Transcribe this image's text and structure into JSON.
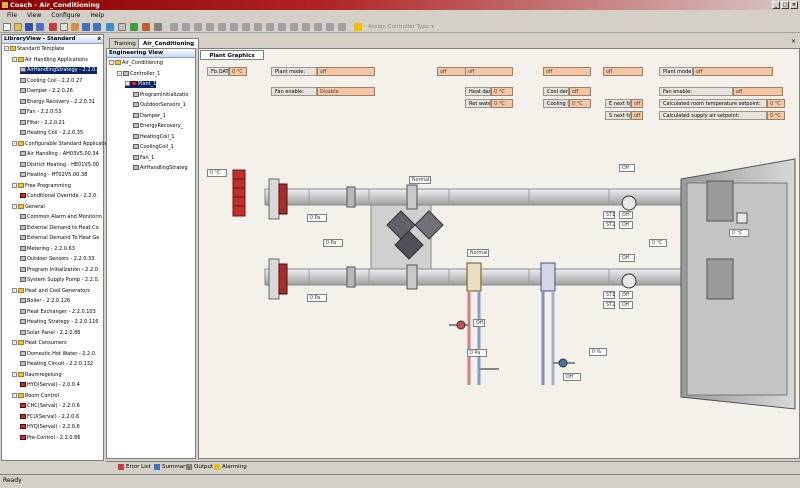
{
  "window": {
    "title": "Coach - Air_Conditioning"
  },
  "menu": [
    "File",
    "View",
    "Configure",
    "Help"
  ],
  "toolbar": {
    "controller_type_placeholder": "Assign Controller Type"
  },
  "library": {
    "title": "LibraryView - Standard",
    "close": "x",
    "nodes": [
      {
        "d": 0,
        "t": "Standard Template",
        "ic": "folder",
        "pm": "-"
      },
      {
        "d": 1,
        "t": "Air Handling Applications",
        "ic": "folder",
        "pm": "-"
      },
      {
        "d": 2,
        "t": "AirHandlingStrategy - 2.2.0.",
        "ic": "modic",
        "sel": true
      },
      {
        "d": 2,
        "t": "Cooling Coil - 2.2.0.27",
        "ic": "modic"
      },
      {
        "d": 2,
        "t": "Damper - 2.2.0.26",
        "ic": "modic"
      },
      {
        "d": 2,
        "t": "Energy Recovery - 2.2.0.31",
        "ic": "modic"
      },
      {
        "d": 2,
        "t": "Fan - 2.2.0.53",
        "ic": "modic"
      },
      {
        "d": 2,
        "t": "Filter - 2.2.0.21",
        "ic": "modic"
      },
      {
        "d": 2,
        "t": "Heating Coil - 2.2.0.35",
        "ic": "modic"
      },
      {
        "d": 1,
        "t": "Configurable Standard Applicatio",
        "ic": "folder",
        "pm": "-"
      },
      {
        "d": 2,
        "t": "Air Handling - AH03V5.00.34",
        "ic": "modic"
      },
      {
        "d": 2,
        "t": "District Heating - HE01V5.00",
        "ic": "modic"
      },
      {
        "d": 2,
        "t": "Heating - HT02V5.00.38",
        "ic": "modic"
      },
      {
        "d": 1,
        "t": "Free Programming",
        "ic": "folder",
        "pm": "-"
      },
      {
        "d": 2,
        "t": "Conditional Override - 2.2.0.",
        "ic": "redic"
      },
      {
        "d": 1,
        "t": "General",
        "ic": "folder",
        "pm": "-"
      },
      {
        "d": 2,
        "t": "Common Alarm and Monitorin",
        "ic": "modic"
      },
      {
        "d": 2,
        "t": "External Demand to Heat Co",
        "ic": "modic"
      },
      {
        "d": 2,
        "t": "External Demand To Heat Ge",
        "ic": "modic"
      },
      {
        "d": 2,
        "t": "Metering - 2.2.0.63",
        "ic": "modic"
      },
      {
        "d": 2,
        "t": "Outdoor Sensors - 2.2.0.33",
        "ic": "modic"
      },
      {
        "d": 2,
        "t": "Program Initialization - 2.2.0",
        "ic": "modic"
      },
      {
        "d": 2,
        "t": "System Supply Pump - 2.2.0.",
        "ic": "modic"
      },
      {
        "d": 1,
        "t": "Heat and Cool Generators",
        "ic": "folder",
        "pm": "-"
      },
      {
        "d": 2,
        "t": "Boiler - 2.2.0.126",
        "ic": "modic"
      },
      {
        "d": 2,
        "t": "Heat Exchanger - 2.2.0.103",
        "ic": "modic"
      },
      {
        "d": 2,
        "t": "Heating Strategy - 2.2.0.116",
        "ic": "modic"
      },
      {
        "d": 2,
        "t": "Solar Panel - 2.2.0.86",
        "ic": "modic"
      },
      {
        "d": 1,
        "t": "Heat Consumers",
        "ic": "folder",
        "pm": "-"
      },
      {
        "d": 2,
        "t": "Domestic Hot Water - 2.2.0.",
        "ic": "modic"
      },
      {
        "d": 2,
        "t": "Heating Circuit - 2.2.0.132",
        "ic": "modic"
      },
      {
        "d": 1,
        "t": "Raumregelung",
        "ic": "folder",
        "pm": "-"
      },
      {
        "d": 2,
        "t": "HYD(Serval) - 2.0.0.4",
        "ic": "redic"
      },
      {
        "d": 1,
        "t": "Room Control",
        "ic": "folder",
        "pm": "-"
      },
      {
        "d": 2,
        "t": "CHC(Serval) - 2.2.0.6",
        "ic": "redic"
      },
      {
        "d": 2,
        "t": "FCU(Serval) - 2.2.0.6",
        "ic": "redic"
      },
      {
        "d": 2,
        "t": "HYD(Serval) - 2.2.0.6",
        "ic": "redic"
      },
      {
        "d": 2,
        "t": "Pre-Control - 2.2.0.86",
        "ic": "redic"
      }
    ]
  },
  "doc_tabs": [
    "Training",
    "Air_Conditioning"
  ],
  "engineering": {
    "title": "Engineering View",
    "nodes": [
      {
        "d": 0,
        "t": "Air_Conditioning",
        "ic": "folder",
        "pm": "-"
      },
      {
        "d": 1,
        "t": "Controller_1",
        "ic": "modic",
        "pm": "-"
      },
      {
        "d": 2,
        "t": "Plant_1",
        "ic": "redic",
        "pm": "-",
        "sel": true
      },
      {
        "d": 3,
        "t": "ProgramInitializatio",
        "ic": "modic"
      },
      {
        "d": 3,
        "t": "OutdoorSensors_1",
        "ic": "modic"
      },
      {
        "d": 3,
        "t": "Damper_1",
        "ic": "modic"
      },
      {
        "d": 3,
        "t": "EnergyRecovery_",
        "ic": "modic"
      },
      {
        "d": 3,
        "t": "HeatingCoil_1",
        "ic": "modic"
      },
      {
        "d": 3,
        "t": "CoolingCoil_1",
        "ic": "modic"
      },
      {
        "d": 3,
        "t": "Fan_1",
        "ic": "modic"
      },
      {
        "d": 3,
        "t": "AirHandlingStrateg",
        "ic": "modic"
      }
    ]
  },
  "plant": {
    "tab": "Plant Graphics",
    "fb_oat_label": "Fb.OAT",
    "fb_oat_value": "0 °C",
    "plant_mode_label": "Plant mode:",
    "plant_mode_value": "off",
    "fan_enable_label": "Fan enable:",
    "fan_enable_value": "Disable",
    "status_off": "off",
    "heat_demand_label": "Heat demand:",
    "heat_demand_value": "0 °C",
    "cool_demand_label": "Cool demand:",
    "cool_demand_value": "off",
    "ret_water_label": "Ret water sp:",
    "ret_water_value": "0 °C",
    "cooling_limit_label": "Cooling limit:",
    "cooling_limit_value": "0 °C",
    "e_next_fan_label": "E next fan:",
    "e_next_fan_value": "off",
    "s_next_fan_label": "S next fan:",
    "s_next_fan_value": "off",
    "plant_mode2_label": "Plant mode:",
    "plant_mode2_value": "off",
    "fan_enable2_label": "Fan enable:",
    "fan_enable2_value": "off",
    "calc_room_label": "Calculated room temperature setpoint:",
    "calc_room_value": "0 °C",
    "calc_supply_label": "Calculated supply air setpoint:",
    "calc_supply_value": "0 °C",
    "temp_zero": "0 °C",
    "pa_zero": "0 Pa",
    "off": "Off",
    "normal": "Normal",
    "st1": "ST1",
    "st2": "ST2",
    "pct": "0 %"
  },
  "bottom_tabs": [
    "Error List",
    "Summary",
    "Output",
    "Alarming"
  ],
  "status": "Ready",
  "colors": {
    "title_start": "#8b0000",
    "selection": "#0a246a",
    "value_bg": "#f2c6a6"
  }
}
